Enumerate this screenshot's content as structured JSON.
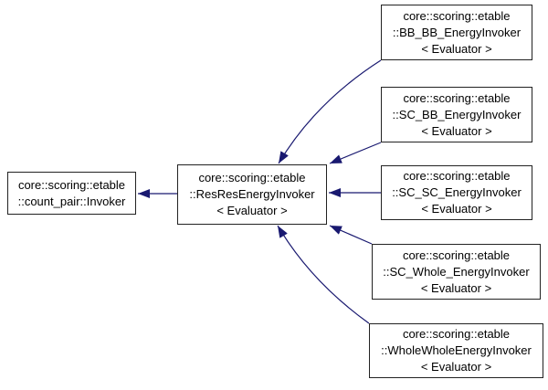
{
  "diagram": {
    "kind": "class-inheritance-graph",
    "background_color": "#ffffff",
    "node_border_color": "#222222",
    "node_fill_color": "#ffffff",
    "text_color": "#000000",
    "arrow_color": "#191970",
    "nodes": {
      "base": {
        "id": "count_pair_invoker",
        "lines": [
          "core::scoring::etable",
          "::count_pair::Invoker"
        ]
      },
      "center": {
        "id": "res_res_energy_invoker",
        "lines": [
          "core::scoring::etable",
          "::ResResEnergyInvoker",
          "< Evaluator >"
        ]
      },
      "derived": [
        {
          "id": "bb_bb_energy_invoker",
          "lines": [
            "core::scoring::etable",
            "::BB_BB_EnergyInvoker",
            "< Evaluator >"
          ]
        },
        {
          "id": "sc_bb_energy_invoker",
          "lines": [
            "core::scoring::etable",
            "::SC_BB_EnergyInvoker",
            "< Evaluator >"
          ]
        },
        {
          "id": "sc_sc_energy_invoker",
          "lines": [
            "core::scoring::etable",
            "::SC_SC_EnergyInvoker",
            "< Evaluator >"
          ]
        },
        {
          "id": "sc_whole_energy_invoker",
          "lines": [
            "core::scoring::etable",
            "::SC_Whole_EnergyInvoker",
            "< Evaluator >"
          ]
        },
        {
          "id": "whole_whole_energy_invoker",
          "lines": [
            "core::scoring::etable",
            "::WholeWholeEnergyInvoker",
            "< Evaluator >"
          ]
        }
      ]
    },
    "edges": [
      {
        "from": "res_res_energy_invoker",
        "to": "count_pair_invoker",
        "relation": "inherits"
      },
      {
        "from": "bb_bb_energy_invoker",
        "to": "res_res_energy_invoker",
        "relation": "inherits"
      },
      {
        "from": "sc_bb_energy_invoker",
        "to": "res_res_energy_invoker",
        "relation": "inherits"
      },
      {
        "from": "sc_sc_energy_invoker",
        "to": "res_res_energy_invoker",
        "relation": "inherits"
      },
      {
        "from": "sc_whole_energy_invoker",
        "to": "res_res_energy_invoker",
        "relation": "inherits"
      },
      {
        "from": "whole_whole_energy_invoker",
        "to": "res_res_energy_invoker",
        "relation": "inherits"
      }
    ]
  }
}
